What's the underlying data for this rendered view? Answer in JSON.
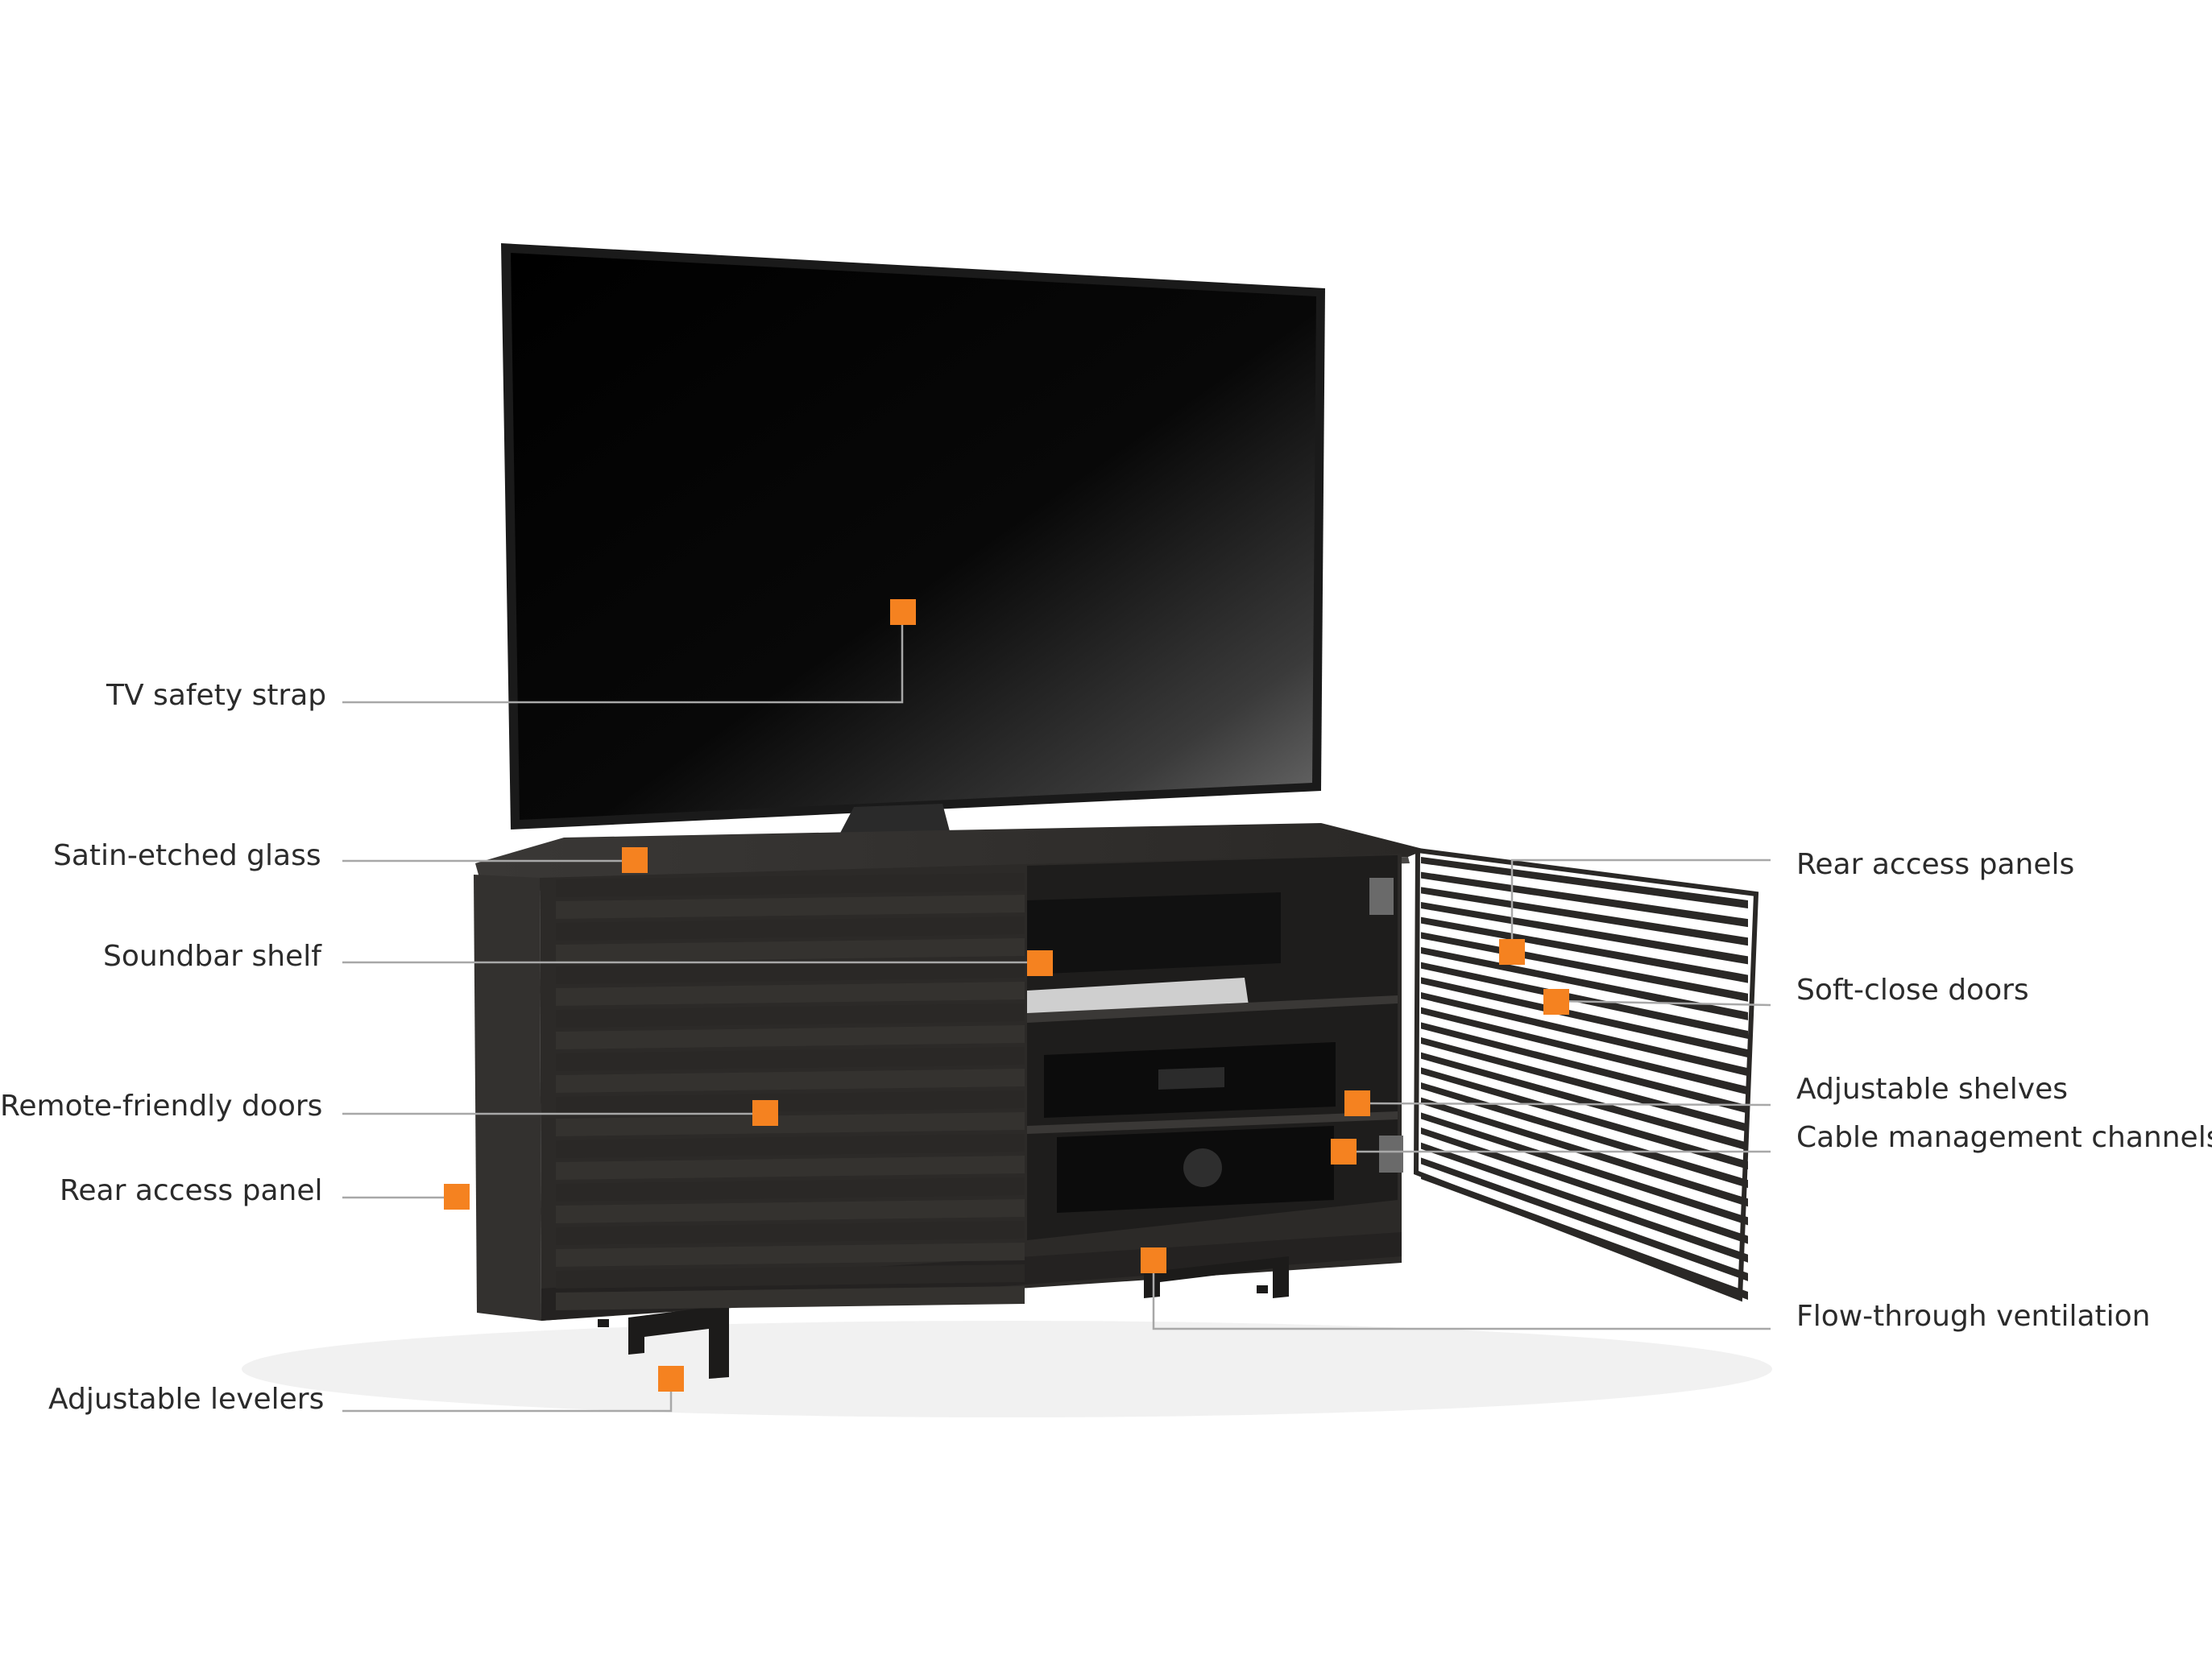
{
  "labels": {
    "tv_safety_strap": "TV safety strap",
    "satin_etched_glass": "Satin-etched glass",
    "soundbar_shelf": "Soundbar shelf",
    "remote_friendly_doors": "Remote-friendly doors",
    "rear_access_panel": "Rear access panel",
    "adjustable_levelers": "Adjustable levelers",
    "rear_access_panels": "Rear access panels",
    "soft_close_doors": "Soft-close doors",
    "adjustable_shelves": "Adjustable shelves",
    "cable_management_channels": "Cable management channels",
    "flow_through_ventilation": "Flow-through ventilation"
  },
  "colors": {
    "marker": "#f58220",
    "leader_line": "#a8a8a8",
    "cabinet": "#2c2a28",
    "tv_screen": "#050505",
    "label_text": "#2b2b2b"
  }
}
